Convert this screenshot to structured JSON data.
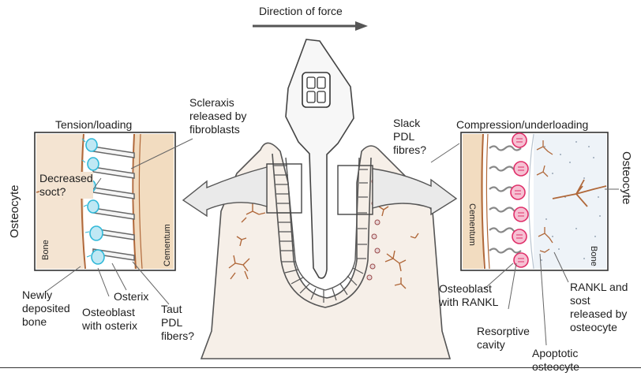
{
  "direction_label": "Direction of force",
  "left_panel": {
    "title": "Tension/loading",
    "decreased_soct": [
      "Decreased",
      "soct?"
    ],
    "osteocyte": "Osteocyte",
    "bone": "Bone",
    "cementum": "Cementum"
  },
  "right_panel": {
    "title": "Compression/underloading",
    "osteocyte": "Osteocyte",
    "cementum": "Cementum",
    "bone": "Bone"
  },
  "scleraxis": [
    "Scleraxis",
    "released by",
    "fibroblasts"
  ],
  "slack": [
    "Slack",
    "PDL",
    "fibres?"
  ],
  "newly": [
    "Newly",
    "deposited",
    "bone"
  ],
  "osterix": "Osterix",
  "osteoblast_osterix": [
    "Osteoblast",
    "with osterix"
  ],
  "taut": [
    "Taut",
    "PDL",
    "fibers?"
  ],
  "osteoblast_rankl": [
    "Osteoblast",
    "with RANKL"
  ],
  "resorptive": [
    "Resorptive",
    "cavity"
  ],
  "apoptotic": [
    "Apoptotic",
    "osteocyte"
  ],
  "rankl_sost": [
    "RANKL and",
    "sost",
    "released by",
    "osteocyte"
  ],
  "colors": {
    "bone_stroke": "#b0683a",
    "pdl": "#7a7a7a",
    "pink": "#e0306a",
    "cyan": "#2fb8d8",
    "tan": "#f2dcc0"
  }
}
